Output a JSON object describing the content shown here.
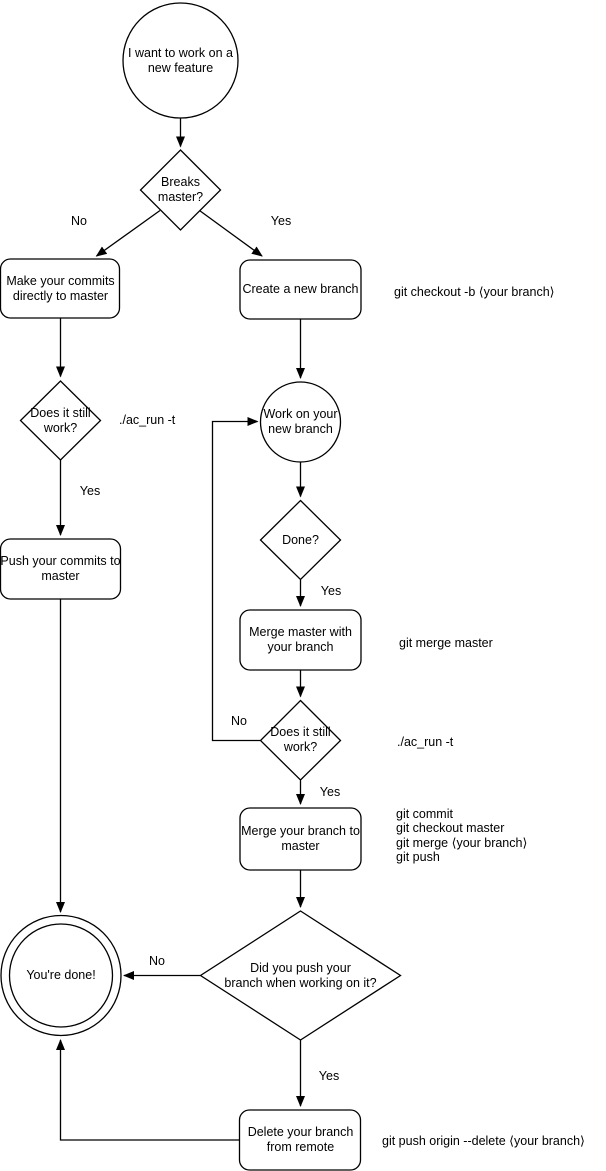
{
  "colors": {
    "stroke": "#000000",
    "fill": "#ffffff",
    "text": "#000000"
  },
  "nodes": {
    "start": {
      "type": "circle",
      "label": "I want to work on a\nnew feature"
    },
    "breaks_master": {
      "type": "decision",
      "label": "Breaks\nmaster?"
    },
    "make_commits": {
      "type": "process",
      "label": "Make your commits\ndirectly to master"
    },
    "create_branch": {
      "type": "process",
      "label": "Create a new branch"
    },
    "does_it_work_left": {
      "type": "decision",
      "label": "Does it still\nwork?"
    },
    "push_commits": {
      "type": "process",
      "label": "Push your commits to\nmaster"
    },
    "work_on_branch": {
      "type": "circle",
      "label": "Work on your\nnew branch"
    },
    "done": {
      "type": "decision",
      "label": "Done?"
    },
    "merge_master": {
      "type": "process",
      "label": "Merge master with\nyour branch"
    },
    "does_it_work_right": {
      "type": "decision",
      "label": "Does it still\nwork?"
    },
    "merge_branch": {
      "type": "process",
      "label": "Merge your branch to\nmaster"
    },
    "did_you_push": {
      "type": "decision",
      "label": "Did you push your\nbranch when working on it?"
    },
    "youre_done": {
      "type": "terminal",
      "label": "You're done!"
    },
    "delete_branch": {
      "type": "process",
      "label": "Delete your branch\nfrom remote"
    }
  },
  "edge_labels": {
    "breaks_no": "No",
    "breaks_yes": "Yes",
    "work_left_yes": "Yes",
    "done_yes": "Yes",
    "work_right_no": "No",
    "work_right_yes": "Yes",
    "pushed_no": "No",
    "pushed_yes": "Yes"
  },
  "annotations": {
    "checkout_cmd": "git checkout -b ⟨your branch⟩",
    "ac_run_left": "./ac_run -t",
    "merge_master_cmd": "git merge master",
    "ac_run_right": "./ac_run -t",
    "merge_branch_cmds": "git commit\ngit checkout master\ngit merge ⟨your branch⟩\ngit push",
    "delete_cmd": "git push origin --delete ⟨your branch⟩"
  }
}
